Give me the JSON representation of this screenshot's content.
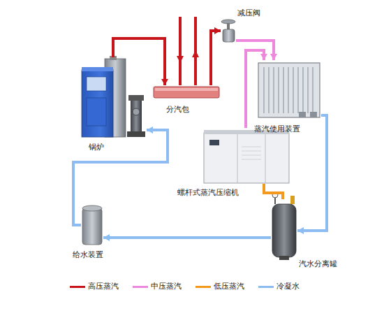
{
  "diagram": {
    "nodes": [
      {
        "text": [
          "锅炉"
        ]
      },
      {
        "text": [
          "分汽包"
        ]
      },
      {
        "text": [
          "减压阀"
        ]
      },
      {
        "text": [
          "蒸汽使用装置"
        ]
      },
      {
        "text": [
          "螺杆式蒸汽压缩机"
        ]
      },
      {
        "text": [
          "汽水分离罐"
        ]
      },
      {
        "text": [
          "给水装置"
        ]
      }
    ],
    "edges": [
      {
        "from": 0,
        "to": 1,
        "arrow": "to"
      },
      {
        "from": 1,
        "to": 2,
        "arrow": "to"
      },
      {
        "from": 2,
        "to": 3,
        "arrow": "to"
      },
      {
        "from": 4,
        "to": 3,
        "arrow": "to"
      },
      {
        "from": 3,
        "to": 5,
        "arrow": "to"
      },
      {
        "from": 5,
        "to": 4,
        "arrow": "none"
      },
      {
        "from": 5,
        "to": 6,
        "arrow": "to"
      },
      {
        "from": 6,
        "to": 0,
        "arrow": "to"
      }
    ],
    "legend": [
      {
        "text": "高压蒸汽",
        "color": "#c8151b"
      },
      {
        "text": "中压蒸汽",
        "color": "#ee88dc"
      },
      {
        "text": "低压蒸汽",
        "color": "#f39a1e"
      },
      {
        "text": "冷凝水",
        "color": "#8cbcf2"
      }
    ]
  }
}
